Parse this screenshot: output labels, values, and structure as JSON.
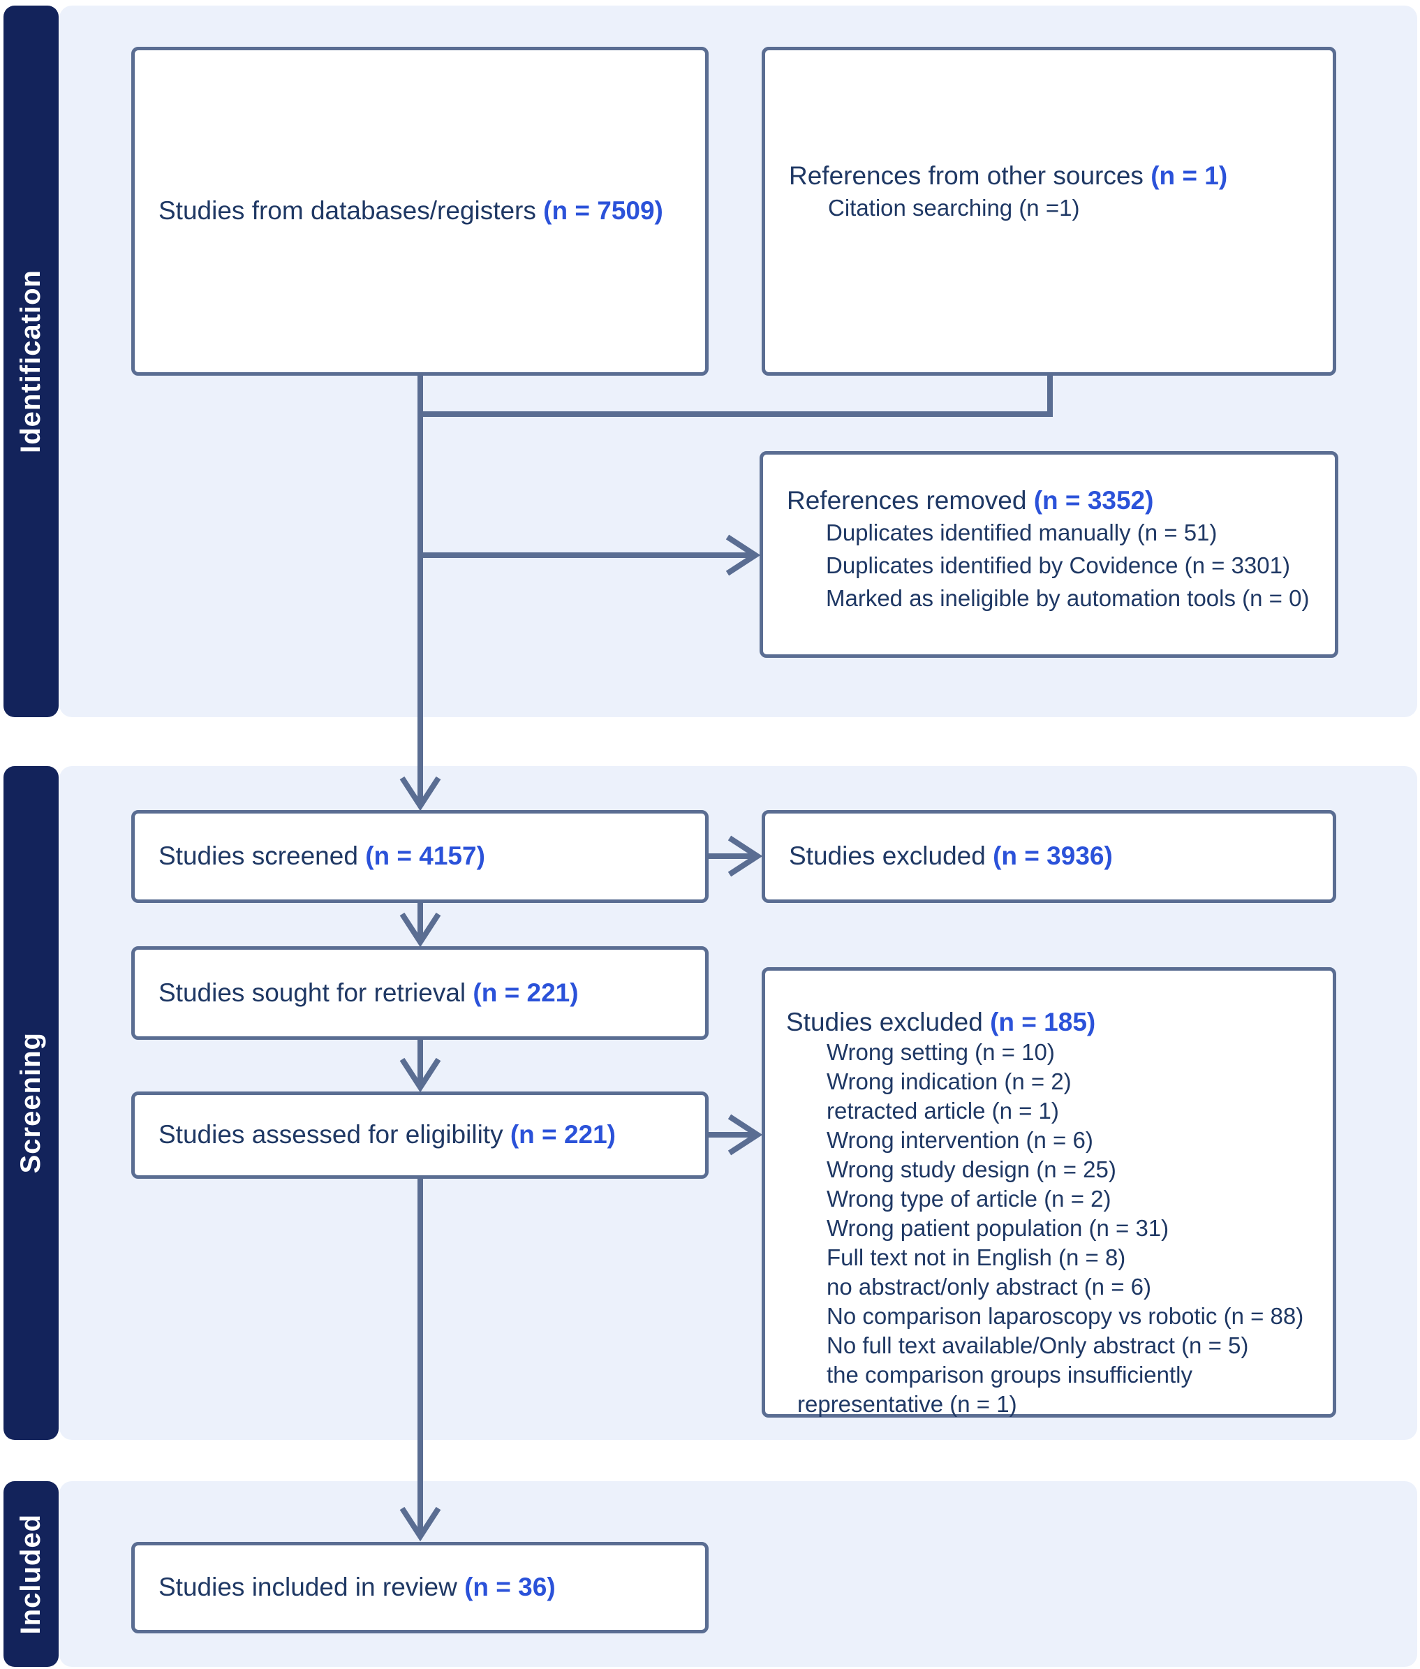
{
  "diagram_title": "PRISMA flow diagram",
  "palette": {
    "sidebar_bg": "#13235b",
    "panel_bg": "#ecf1fb",
    "box_border": "#5a6d92",
    "connector": "#5a6d92",
    "text_navy": "#1f3864",
    "count_blue": "#2b52d9",
    "box_bg": "#ffffff"
  },
  "sections": [
    {
      "label": "Identification"
    },
    {
      "label": "Screening"
    },
    {
      "label": "Included"
    }
  ],
  "boxes": {
    "databases": {
      "label": "Studies from databases/registers ",
      "count": "(n = 7509)"
    },
    "other_sources": {
      "label": "References from other sources ",
      "count": "(n = 1)",
      "sub": [
        "Citation searching (n =1)"
      ]
    },
    "references_removed": {
      "label": "References removed ",
      "count": "(n = 3352)",
      "sub": [
        "Duplicates identified manually (n = 51)",
        "Duplicates identified by Covidence (n = 3301)",
        "Marked as ineligible by automation tools (n = 0)"
      ]
    },
    "screened": {
      "label": "Studies screened ",
      "count": "(n = 4157)"
    },
    "excluded_screening": {
      "label": "Studies excluded ",
      "count": "(n = 3936)"
    },
    "sought": {
      "label": "Studies sought for retrieval ",
      "count": "(n = 221)"
    },
    "assessed": {
      "label": "Studies assessed for eligibility ",
      "count": "(n = 221)"
    },
    "excluded_eligibility": {
      "label": "Studies excluded ",
      "count": "(n = 185)",
      "sub": [
        "Wrong setting (n = 10)",
        "Wrong indication (n = 2)",
        "retracted article (n = 1)",
        "Wrong intervention (n = 6)",
        "Wrong study design (n = 25)",
        "Wrong type of article (n = 2)",
        "Wrong patient population (n = 31)",
        "Full text not in English (n = 8)",
        "no abstract/only abstract (n = 6)",
        "No comparison laparoscopy vs robotic (n = 88)",
        "No full text available/Only abstract (n = 5)",
        "the comparison groups insufficiently"
      ],
      "sub_hanging": "representative (n = 1)"
    },
    "included": {
      "label": "Studies included in review ",
      "count": "(n = 36)"
    }
  }
}
